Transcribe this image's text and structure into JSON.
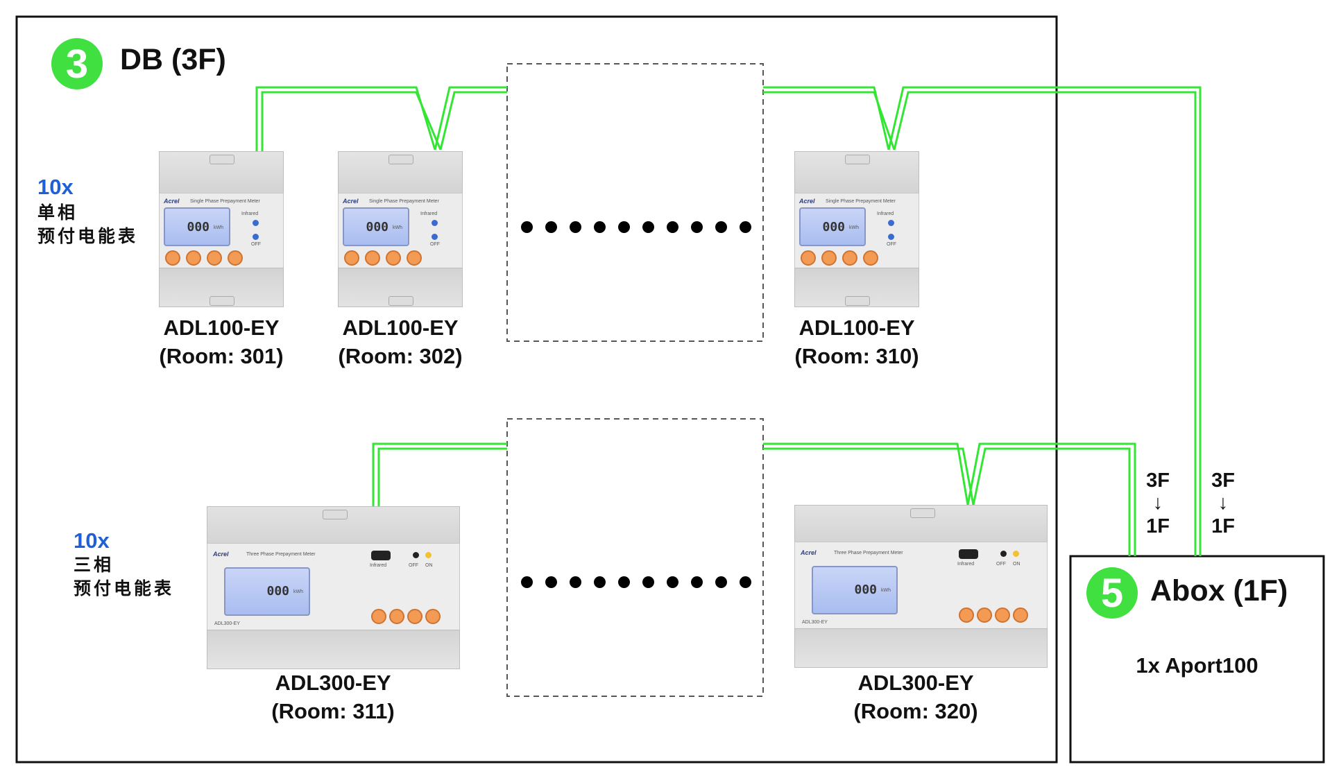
{
  "db": {
    "badge": "3",
    "title": "DB (3F)"
  },
  "abox": {
    "badge": "5",
    "title": "Abox (1F)",
    "content": "1x Aport100"
  },
  "single_phase_group": {
    "count": "10x",
    "label_line1": "单相",
    "label_line2": "预付电能表"
  },
  "three_phase_group": {
    "count": "10x",
    "label_line1": "三相",
    "label_line2": "预付电能表"
  },
  "meters": [
    {
      "model": "ADL100-EY",
      "room": "(Room: 301)",
      "reading": "000"
    },
    {
      "model": "ADL100-EY",
      "room": "(Room: 302)",
      "reading": "000"
    },
    {
      "model": "ADL100-EY",
      "room": "(Room: 310)",
      "reading": "000"
    },
    {
      "model": "ADL300-EY",
      "room": "(Room: 311)",
      "reading": "000"
    },
    {
      "model": "ADL300-EY",
      "room": "(Room: 320)",
      "reading": "000"
    }
  ],
  "floor_links": [
    {
      "from": "3F",
      "arrow": "↓",
      "to": "1F"
    },
    {
      "from": "3F",
      "arrow": "↓",
      "to": "1F"
    }
  ],
  "meter_print": {
    "brand": "Acrel",
    "single_name": "Single Phase Prepayment Meter",
    "three_name": "Three Phase Prepayment Meter",
    "infrared": "Infrared",
    "off": "OFF",
    "on": "ON",
    "unit": "kWh"
  },
  "colors": {
    "wire": "#33e633",
    "badge": "#3fe03f",
    "count": "#1f5fd8"
  }
}
